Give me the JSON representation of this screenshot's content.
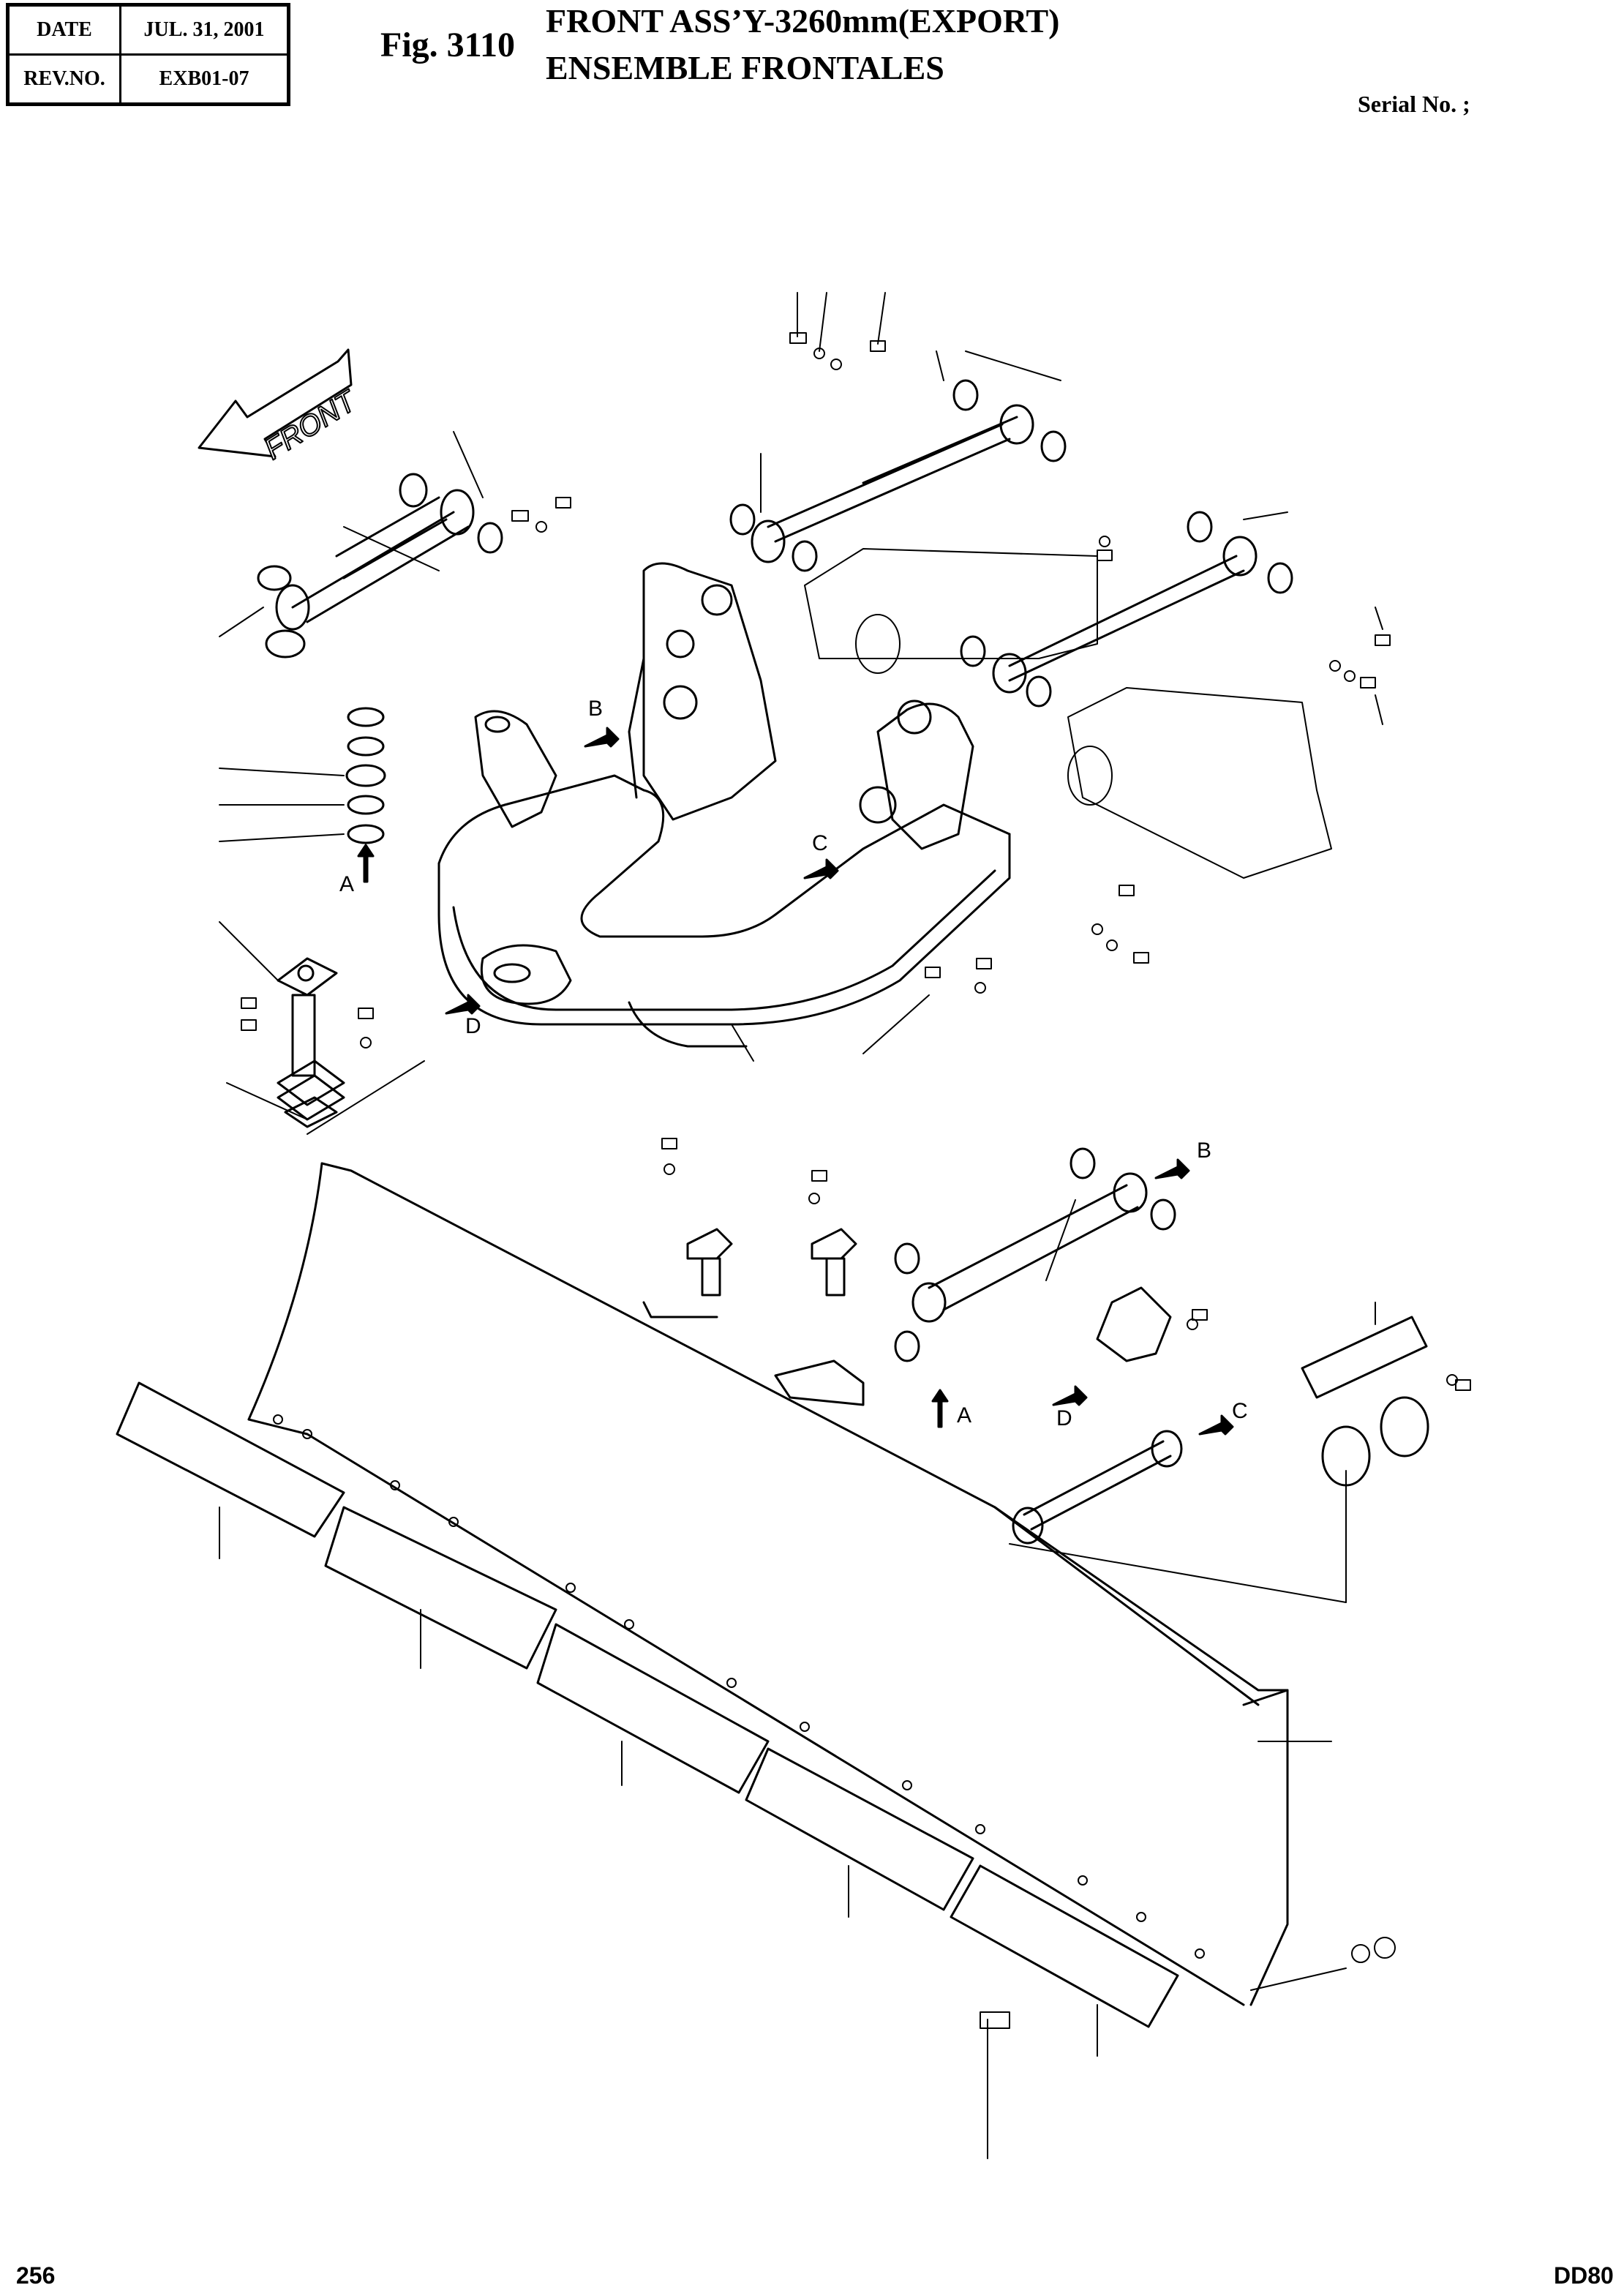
{
  "header": {
    "date_label": "DATE",
    "date_value": "JUL. 31, 2001",
    "rev_label": "REV.NO.",
    "rev_value": "EXB01-07",
    "fig_no": "Fig. 3110",
    "title_en": "FRONT ASS’Y-3260mm(EXPORT)",
    "title_fr": "ENSEMBLE FRONTALES",
    "serial": "Serial No. ;"
  },
  "diagram": {
    "front_arrow_label": "FRONT",
    "markers": {
      "a": "A",
      "b": "B",
      "c": "C",
      "d": "D"
    }
  },
  "footer": {
    "page_number": "256",
    "model": "DD80"
  }
}
